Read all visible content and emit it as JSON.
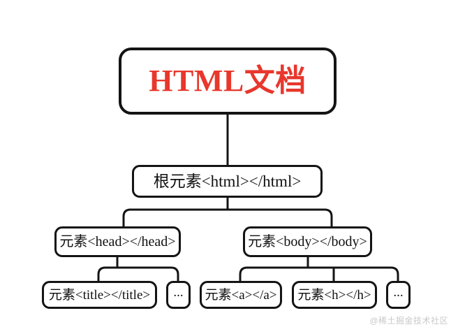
{
  "diagram": {
    "title": "HTML文档",
    "type": "tree",
    "background_color": "#ffffff",
    "stroke_color": "#141414",
    "accent_color": "#e8372c",
    "nodes": {
      "root": {
        "label": "HTML文档",
        "level": 1
      },
      "html": {
        "label": "根元素<html></html>",
        "level": 2
      },
      "head": {
        "label": "元素<head></head>",
        "level": 3
      },
      "body": {
        "label": "元素<body></body>",
        "level": 3
      },
      "title": {
        "label": "元素<title></title>",
        "level": 4
      },
      "head_ellipsis": {
        "label": "...",
        "level": 4
      },
      "a": {
        "label": "元素<a></a>",
        "level": 4
      },
      "h": {
        "label": "元素<h></h>",
        "level": 4
      },
      "body_ellipsis": {
        "label": "...",
        "level": 4
      }
    },
    "edges": [
      {
        "from": "root",
        "to": "html"
      },
      {
        "from": "html",
        "to": "head"
      },
      {
        "from": "html",
        "to": "body"
      },
      {
        "from": "head",
        "to": "title"
      },
      {
        "from": "head",
        "to": "head_ellipsis"
      },
      {
        "from": "body",
        "to": "a"
      },
      {
        "from": "body",
        "to": "h"
      },
      {
        "from": "body",
        "to": "body_ellipsis"
      }
    ]
  },
  "watermark": {
    "text": "@稀土掘金技术社区"
  }
}
